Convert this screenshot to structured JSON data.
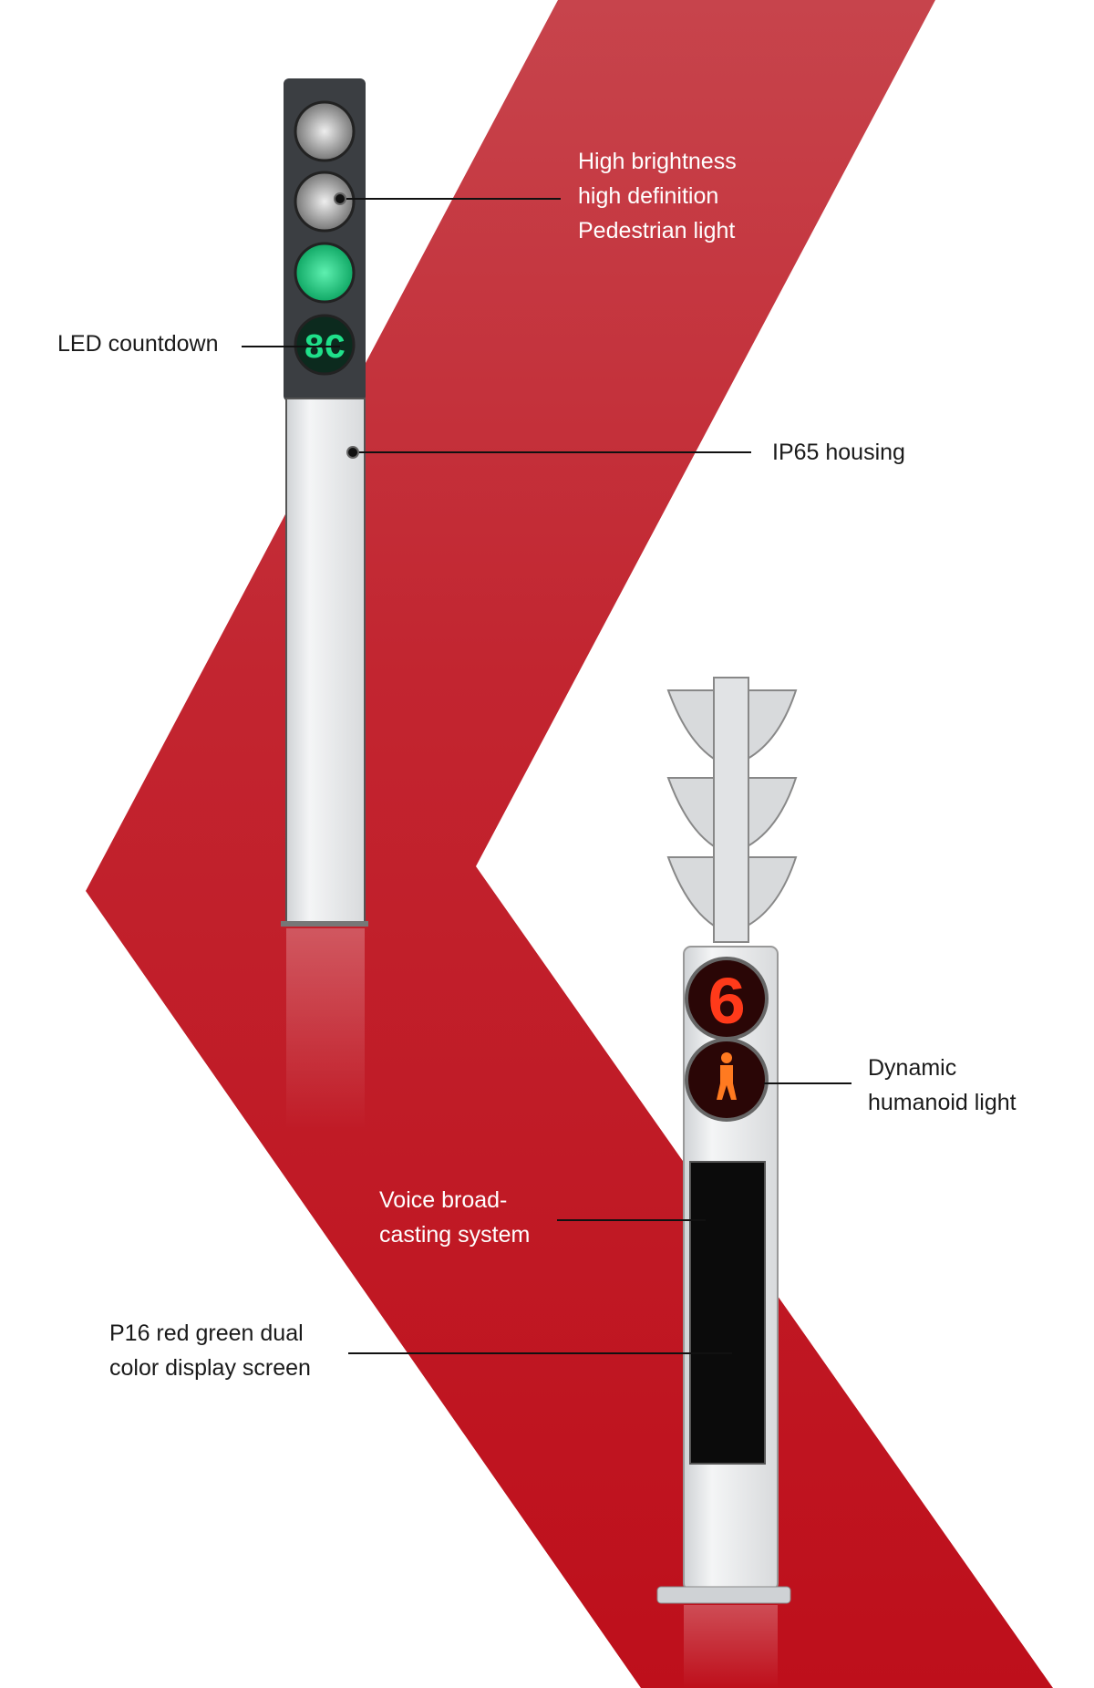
{
  "colors": {
    "band_top": "#c7444c",
    "band_bottom": "#be0f1b",
    "pole_dark": "#3b3e42",
    "pole_light": "#e4e6e8",
    "green_led": "#1fc07a",
    "red_led": "#ff3a1a"
  },
  "labels": {
    "pedestrian_light": "High brightness\nhigh definition\nPedestrian light",
    "led_countdown": "LED countdown",
    "ip65_housing": "IP65 housing",
    "humanoid_light": "Dynamic\nhumanoid light",
    "voice_system": "Voice broad-\ncasting system",
    "display_screen": "P16 red green dual\ncolor display screen"
  },
  "displays": {
    "left_countdown": "8C",
    "right_countdown": "6"
  }
}
